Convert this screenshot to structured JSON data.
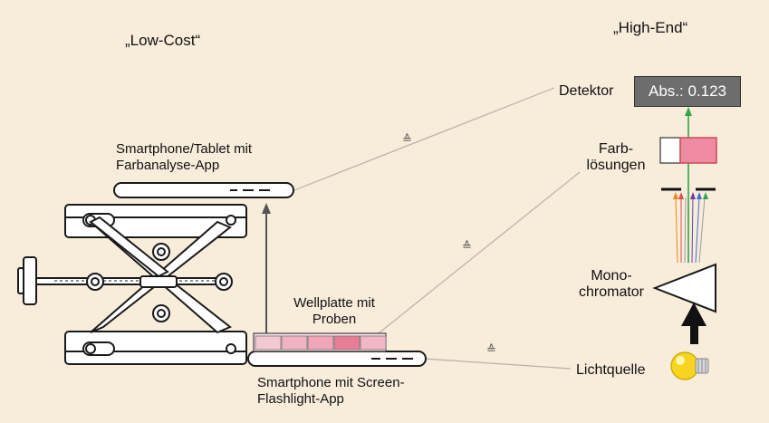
{
  "title_low": "„Low-Cost“",
  "title_high": "„High-End“",
  "labels": {
    "smartphone_tablet": [
      "Smartphone/Tablet mit",
      "Farbanalyse-App"
    ],
    "wellplate": [
      "Wellplatte mit",
      "Proben"
    ],
    "smartphone_flash": [
      "Smartphone mit Screen-",
      "Flashlight-App"
    ],
    "detektor": "Detektor",
    "farbloesungen": [
      "Farb-",
      "lösungen"
    ],
    "monochromator": [
      "Mono-",
      "chromator"
    ],
    "lichtquelle": "Lichtquelle",
    "equiv": "≙"
  },
  "readout": "Abs.: 0.123",
  "colors": {
    "background": "#f8ecdb",
    "well_fill": [
      "#f2c9d2",
      "#f0b3c3",
      "#f0a6b8",
      "#e87d96",
      "#f2b7c6"
    ],
    "cuvette_pink": "#ef8aa3",
    "cuvette_border": "#c84a5a",
    "beam_green": "#2fa64a",
    "connector_gray": "#b8b2a8",
    "bulb_yellow": "#f6d41f"
  },
  "icons": [
    "lab-jack-icon",
    "light-bulb-icon",
    "prism-icon",
    "arrow-up-icon"
  ]
}
